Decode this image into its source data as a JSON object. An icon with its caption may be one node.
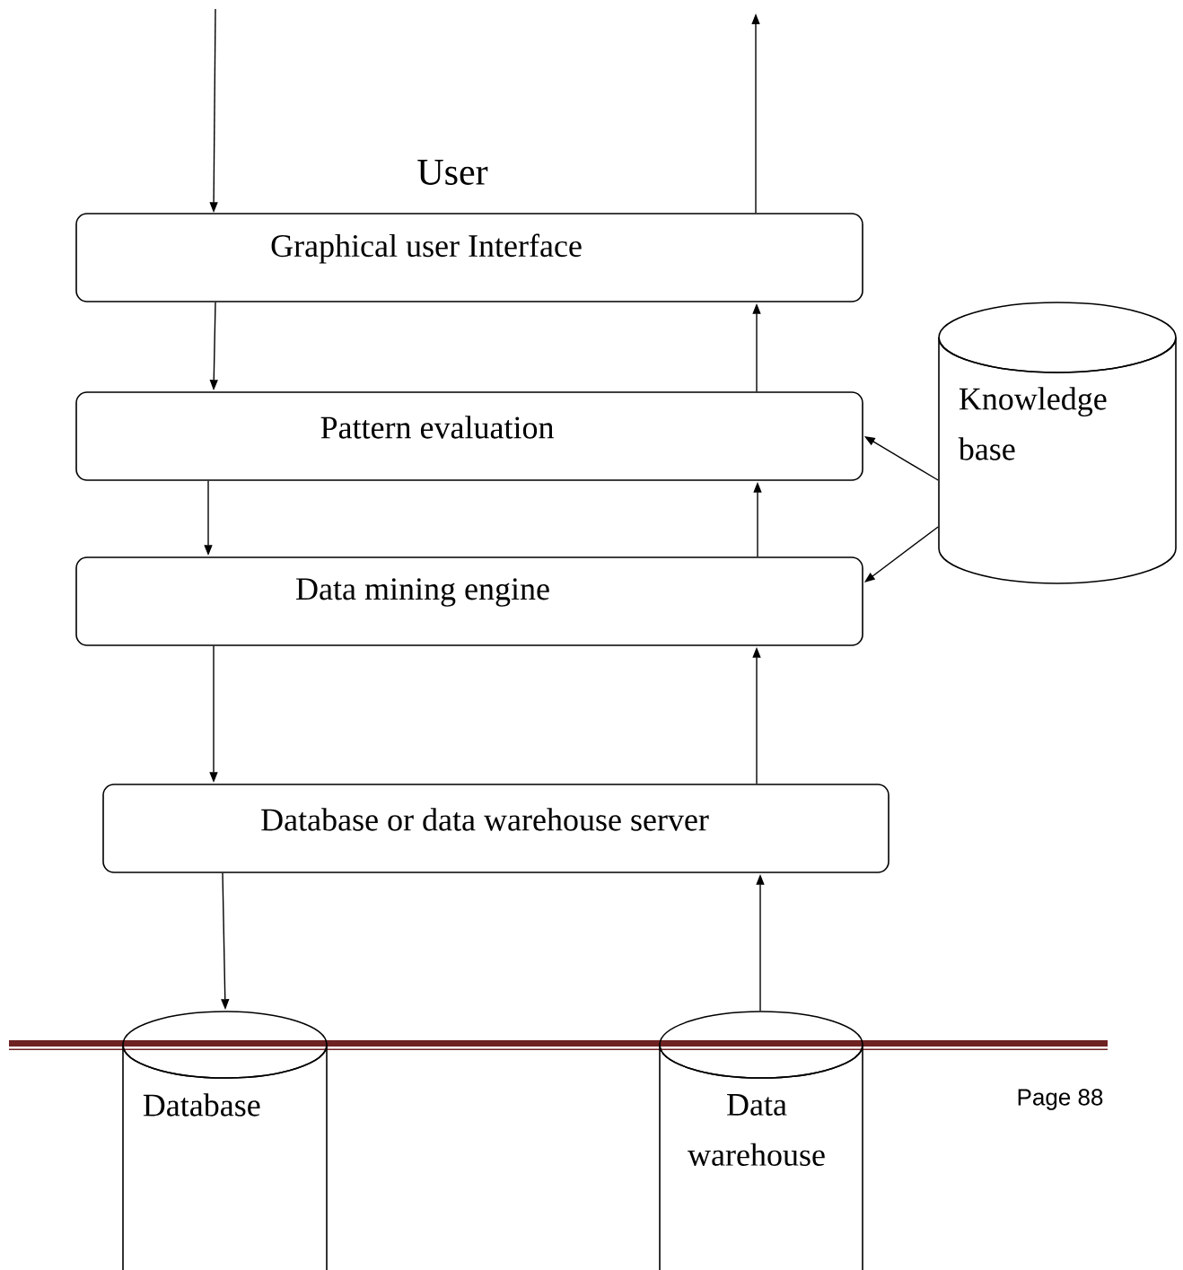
{
  "diagram": {
    "nodes": [
      {
        "text": [
          "Graphical user Interface"
        ]
      },
      {
        "text": [
          "Pattern evaluation"
        ]
      },
      {
        "text": [
          "Data mining engine"
        ]
      },
      {
        "text": [
          "Database or data warehouse server"
        ]
      },
      {
        "text": [
          "Knowledge base"
        ]
      },
      {
        "text": [
          "Database"
        ]
      },
      {
        "text": [
          "Data warehouse"
        ]
      }
    ],
    "edges": [
      {
        "from": null,
        "to": 0,
        "arrow": "to"
      },
      {
        "from": 0,
        "to": null,
        "arrow": "to"
      },
      {
        "from": 0,
        "to": 1,
        "arrow": "to"
      },
      {
        "from": 1,
        "to": 0,
        "arrow": "to"
      },
      {
        "from": 1,
        "to": 2,
        "arrow": "to"
      },
      {
        "from": 2,
        "to": 1,
        "arrow": "to"
      },
      {
        "from": 4,
        "to": 1,
        "arrow": "to"
      },
      {
        "from": 4,
        "to": 2,
        "arrow": "to"
      },
      {
        "from": 2,
        "to": 3,
        "arrow": "to"
      },
      {
        "from": 3,
        "to": 2,
        "arrow": "to"
      },
      {
        "from": 3,
        "to": 5,
        "arrow": "to"
      },
      {
        "from": 6,
        "to": 3,
        "arrow": "to"
      }
    ],
    "labels": [
      "User",
      "Page 88"
    ]
  }
}
